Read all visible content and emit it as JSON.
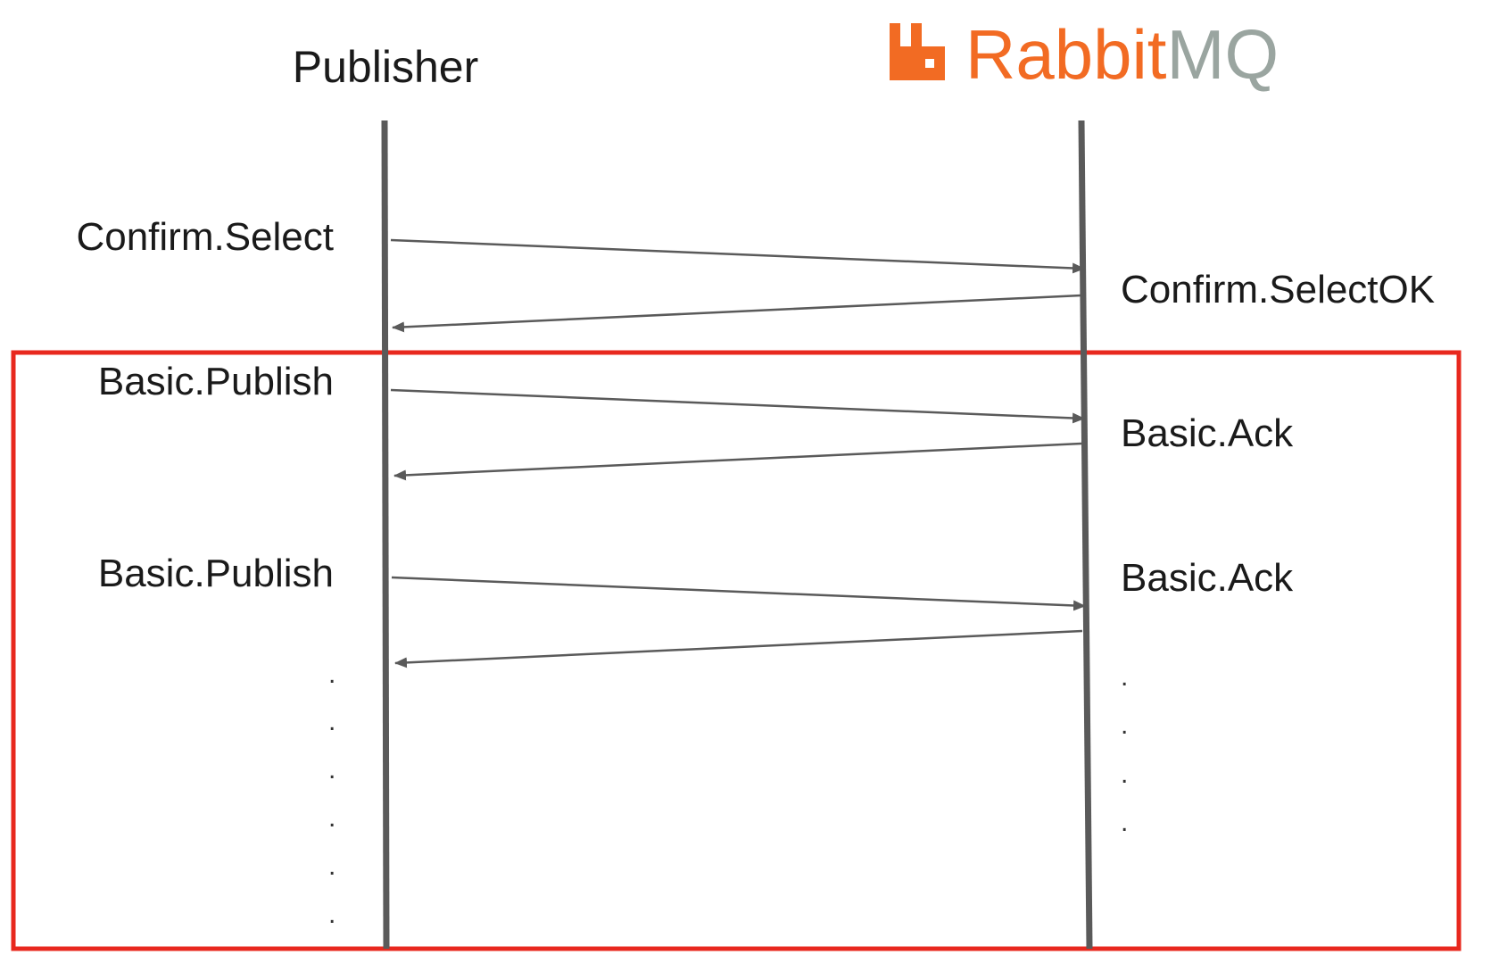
{
  "participants": {
    "publisher": "Publisher",
    "broker_logo_text_part1": "Rabbit",
    "broker_logo_text_part2": "MQ"
  },
  "messages": [
    {
      "label": "Confirm.Select",
      "direction": "publisher-to-broker"
    },
    {
      "label": "Confirm.SelectOK",
      "direction": "broker-to-publisher"
    },
    {
      "label": "Basic.Publish",
      "direction": "publisher-to-broker"
    },
    {
      "label": "Basic.Ack",
      "direction": "broker-to-publisher"
    },
    {
      "label": "Basic.Publish",
      "direction": "publisher-to-broker"
    },
    {
      "label": "Basic.Ack",
      "direction": "broker-to-publisher"
    }
  ],
  "ellipsis_left": ".",
  "ellipsis_right": ".",
  "colors": {
    "lifeline": "#5a5a5a",
    "arrow": "#5a5a5a",
    "highlight_box": "#e8281e",
    "logo_orange": "#f26b23",
    "logo_gray": "#9aa5a0"
  },
  "icons": {
    "broker_logo": "rabbitmq-logo-icon"
  }
}
